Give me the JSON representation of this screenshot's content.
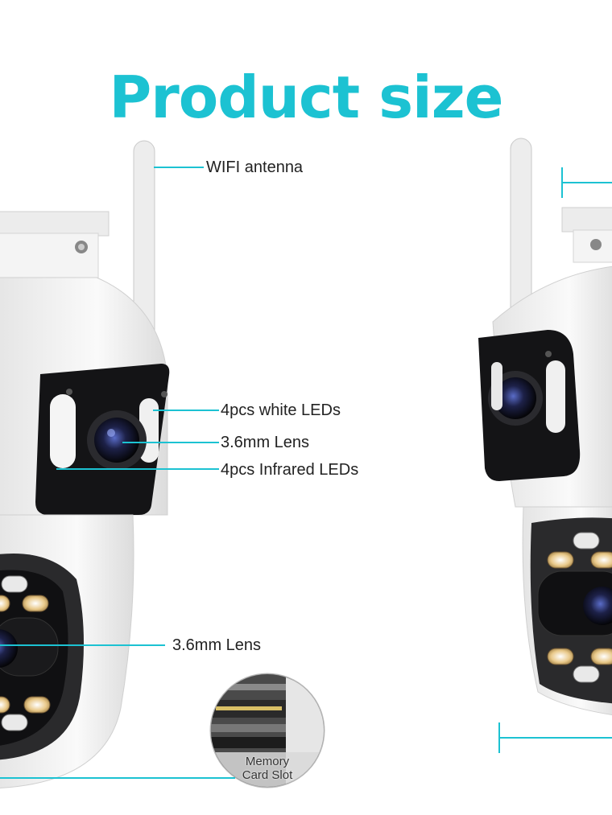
{
  "title": "Product size",
  "labels": {
    "wifi_antenna": "WIFI antenna",
    "white_leds": "4pcs white LEDs",
    "lens_upper": "3.6mm Lens",
    "infrared_leds": "4pcs Infrared LEDs",
    "lens_lower": "3.6mm Lens",
    "memory_slot_line1": "Memory",
    "memory_slot_line2": "Card Slot"
  },
  "colors": {
    "accent": "#1cc2d2",
    "camera_body": "#f1f1f1",
    "camera_panel": "#141416"
  }
}
